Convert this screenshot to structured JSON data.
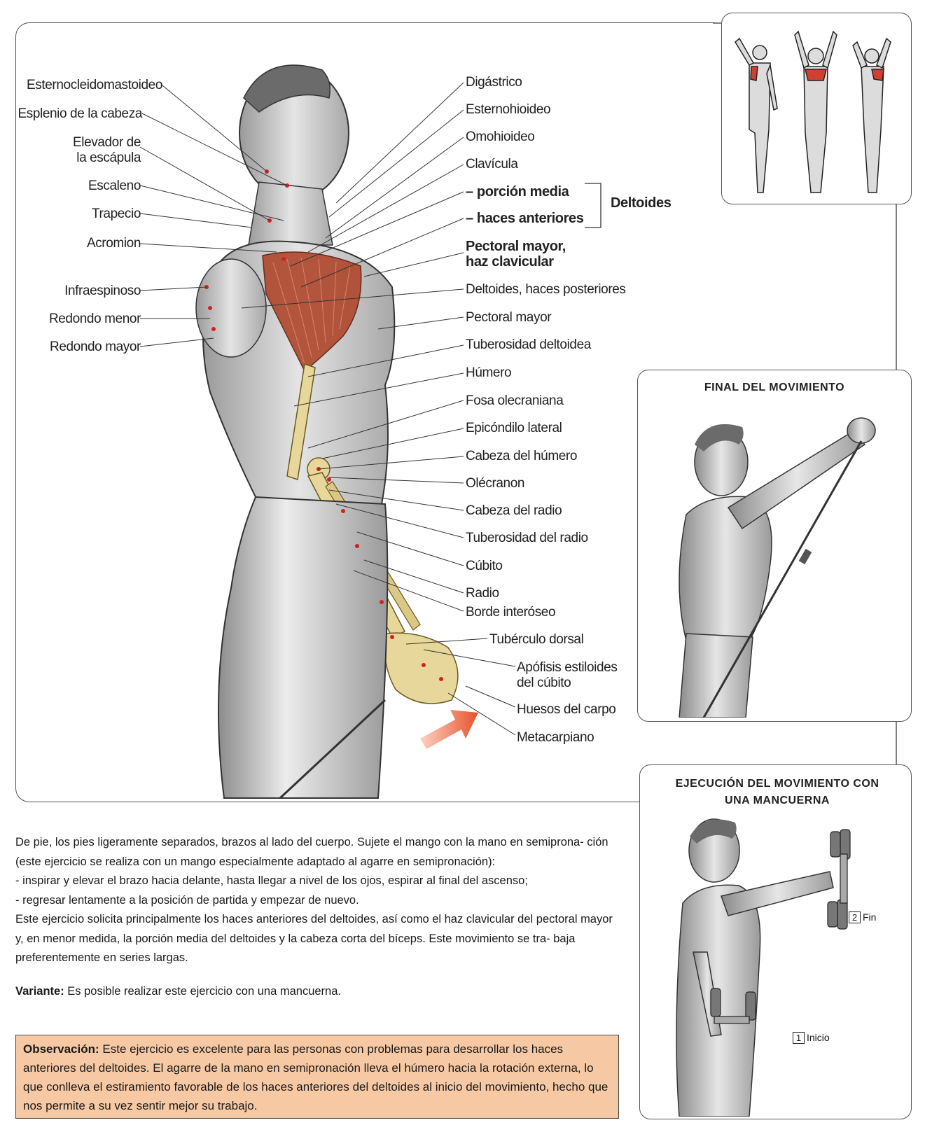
{
  "left_labels": [
    {
      "id": "esternocleidomastoideo",
      "text": "Esternocleidomastoideo"
    },
    {
      "id": "esplenio",
      "text": "Esplenio de la cabeza"
    },
    {
      "id": "elevador_1",
      "text": "Elevador de"
    },
    {
      "id": "elevador_2",
      "text": "la escápula"
    },
    {
      "id": "escaleno",
      "text": "Escaleno"
    },
    {
      "id": "trapecio",
      "text": "Trapecio"
    },
    {
      "id": "acromion",
      "text": "Acromion"
    },
    {
      "id": "infraespinoso",
      "text": "Infraespinoso"
    },
    {
      "id": "redondo_menor",
      "text": "Redondo menor"
    },
    {
      "id": "redondo_mayor",
      "text": "Redondo mayor"
    }
  ],
  "right_labels": [
    {
      "id": "digastrico",
      "text": "Digástrico"
    },
    {
      "id": "esternohioideo",
      "text": "Esternohioideo"
    },
    {
      "id": "omohioideo",
      "text": "Omohioideo"
    },
    {
      "id": "clavicula",
      "text": "Clavícula"
    },
    {
      "id": "porcion_media",
      "text": "– porción media"
    },
    {
      "id": "haces_anteriores",
      "text": "– haces anteriores"
    },
    {
      "id": "deltoides",
      "text": "Deltoides"
    },
    {
      "id": "pectoral_clav_1",
      "text": "Pectoral mayor,"
    },
    {
      "id": "pectoral_clav_2",
      "text": "haz clavicular"
    },
    {
      "id": "deltoides_post",
      "text": "Deltoides, haces posteriores"
    },
    {
      "id": "pectoral_mayor",
      "text": "Pectoral mayor"
    },
    {
      "id": "tuberosidad_deltoidea",
      "text": "Tuberosidad deltoidea"
    },
    {
      "id": "humero",
      "text": "Húmero"
    },
    {
      "id": "fosa_olecraniana",
      "text": "Fosa olecraniana"
    },
    {
      "id": "epicondilo",
      "text": "Epicóndilo lateral"
    },
    {
      "id": "cabeza_humero",
      "text": "Cabeza del húmero"
    },
    {
      "id": "olecranon",
      "text": "Olécranon"
    },
    {
      "id": "cabeza_radio",
      "text": "Cabeza del radio"
    },
    {
      "id": "tuberosidad_radio",
      "text": "Tuberosidad del radio"
    },
    {
      "id": "cubito",
      "text": "Cúbito"
    },
    {
      "id": "radio",
      "text": "Radio"
    },
    {
      "id": "borde_interoseo",
      "text": "Borde interóseo"
    },
    {
      "id": "tuberculo_dorsal",
      "text": "Tubérculo dorsal"
    },
    {
      "id": "apofisis",
      "text": "Apófisis estiloides del cúbito"
    },
    {
      "id": "huesos_carpo",
      "text": "Huesos del carpo"
    },
    {
      "id": "metacarpiano",
      "text": "Metacarpiano"
    }
  ],
  "panels": {
    "final_title": "FINAL DEL MOVIMIENTO",
    "mancuerna_title": "EJECUCIÓN DEL MOVIMIENTO CON UNA MANCUERNA",
    "fin_num": "2",
    "fin_label": "Fin",
    "inicio_num": "1",
    "inicio_label": "Inicio"
  },
  "description": {
    "p1": "De pie, los pies ligeramente separados, brazos al lado del cuerpo. Sujete el mango con la mano en semiprona- ción (este ejercicio se realiza con un mango especialmente adaptado al agarre en semipronación):",
    "p2": "- inspirar y elevar el brazo hacia delante, hasta llegar a nivel de los ojos, espirar al final del ascenso;",
    "p3": "- regresar lentamente a la posición de partida y empezar de nuevo.",
    "p4": "Este ejercicio solicita principalmente los haces anteriores del deltoides, así como el haz clavicular del pectoral mayor y, en menor medida, la porción media del deltoides y la cabeza corta del bíceps. Este movimiento se tra- baja preferentemente en series largas.",
    "variante_label": "Variante:",
    "variante_text": " Es posible realizar este ejercicio con una mancuerna."
  },
  "observacion": {
    "label": "Observación:",
    "text": " Este ejercicio es excelente para las personas con problemas para desarrollar los haces anteriores del deltoides. El agarre de la mano en semipronación lleva el húmero hacia la rotación externa, lo que conlleva el estiramiento favorable de los haces anteriores del deltoides al inicio del movimiento, hecho que nos permite a su vez sentir mejor su trabajo."
  },
  "colors": {
    "muscle_red": "#b04a2f",
    "bone": "#e8d79a",
    "observacion_bg": "#f6c9a4",
    "arrow": "#e8502a"
  }
}
